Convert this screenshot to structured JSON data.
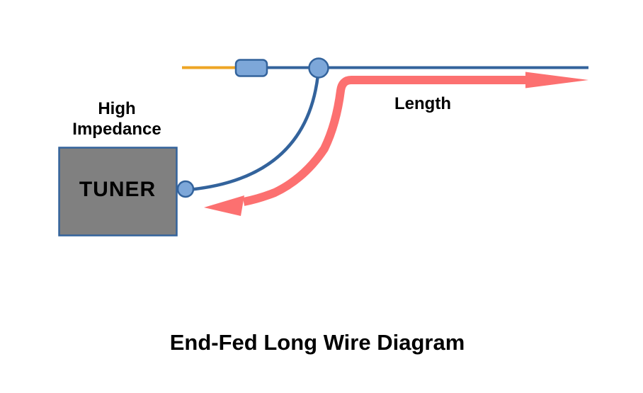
{
  "diagram": {
    "title": "End-Fed Long Wire Diagram",
    "labels": {
      "high_impedance_line1": "High",
      "high_impedance_line2": "Impedance",
      "tuner": "TUNER",
      "length": "Length"
    },
    "colors": {
      "wire_blue": "#33639C",
      "wire_orange": "#EEA524",
      "node_fill": "#7DA7D9",
      "node_stroke": "#33639C",
      "arrow_red": "#FC7070",
      "tuner_fill": "#808080",
      "tuner_border": "#33639C",
      "text": "#000000",
      "background": "#FFFFFF"
    }
  }
}
